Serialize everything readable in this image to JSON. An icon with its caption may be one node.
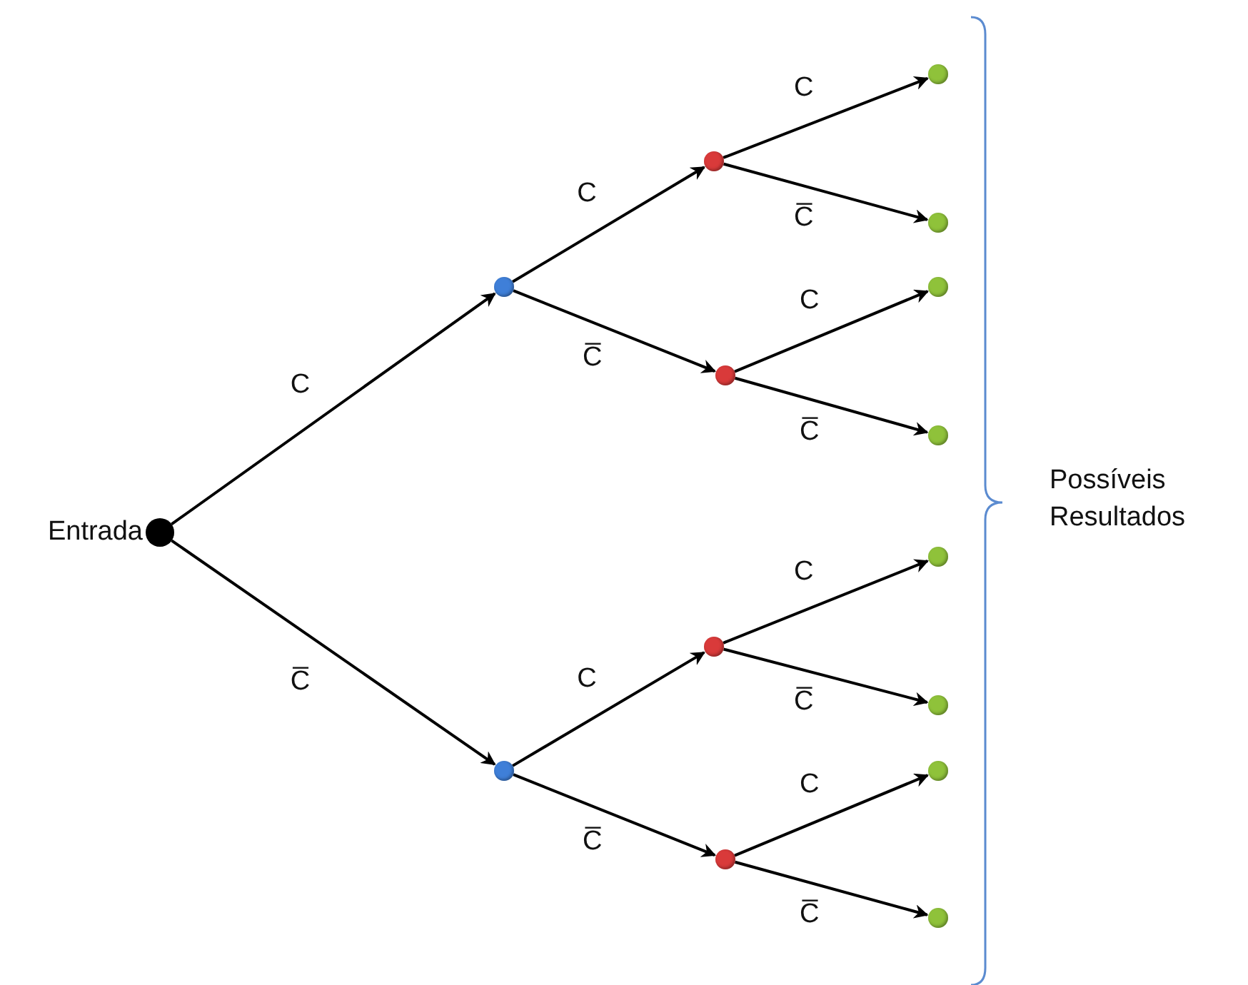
{
  "diagram": {
    "nodes": [
      {
        "text": [],
        "shape": "circle",
        "beside": [
          "Entrada"
        ]
      },
      {
        "text": [],
        "shape": "circle"
      },
      {
        "text": [],
        "shape": "circle"
      },
      {
        "text": [],
        "shape": "circle"
      },
      {
        "text": [],
        "shape": "circle"
      },
      {
        "text": [],
        "shape": "circle"
      },
      {
        "text": [],
        "shape": "circle"
      },
      {
        "text": [],
        "shape": "circle"
      },
      {
        "text": [],
        "shape": "circle"
      },
      {
        "text": [],
        "shape": "circle"
      },
      {
        "text": [],
        "shape": "circle"
      },
      {
        "text": [],
        "shape": "circle"
      },
      {
        "text": [],
        "shape": "circle"
      },
      {
        "text": [],
        "shape": "circle"
      },
      {
        "text": [],
        "shape": "circle"
      }
    ],
    "edges": [
      {
        "from": 0,
        "to": 1,
        "arrow": "to",
        "label": "C"
      },
      {
        "from": 0,
        "to": 2,
        "arrow": "to",
        "label": "C̅"
      },
      {
        "from": 1,
        "to": 3,
        "arrow": "to",
        "label": "C"
      },
      {
        "from": 1,
        "to": 4,
        "arrow": "to",
        "label": "C̅"
      },
      {
        "from": 2,
        "to": 5,
        "arrow": "to",
        "label": "C"
      },
      {
        "from": 2,
        "to": 6,
        "arrow": "to",
        "label": "C̅"
      },
      {
        "from": 3,
        "to": 7,
        "arrow": "to",
        "label": "C"
      },
      {
        "from": 3,
        "to": 8,
        "arrow": "to",
        "label": "C̅"
      },
      {
        "from": 4,
        "to": 9,
        "arrow": "to",
        "label": "C"
      },
      {
        "from": 4,
        "to": 10,
        "arrow": "to",
        "label": "C̅"
      },
      {
        "from": 5,
        "to": 11,
        "arrow": "to",
        "label": "C"
      },
      {
        "from": 5,
        "to": 12,
        "arrow": "to",
        "label": "C̅"
      },
      {
        "from": 6,
        "to": 13,
        "arrow": "to",
        "label": "C"
      },
      {
        "from": 6,
        "to": 14,
        "arrow": "to",
        "label": "C̅"
      }
    ],
    "labels": [
      "Possíveis Resultados"
    ]
  }
}
